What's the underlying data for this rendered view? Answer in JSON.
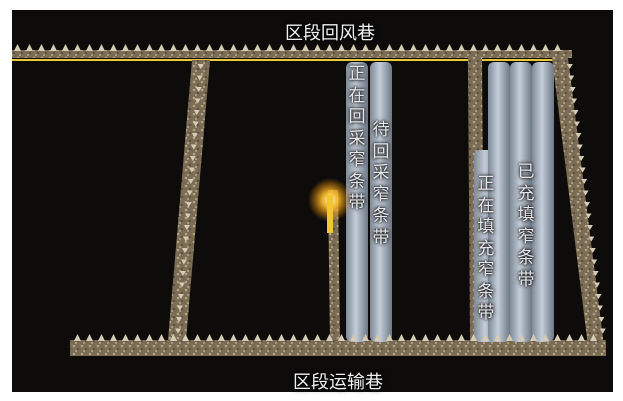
{
  "labels": {
    "return_roadway": "区段回风巷",
    "transport_roadway": "区段运输巷",
    "mining_strip": "正在回采窄条带",
    "to_mine_strip": "待回采窄条带",
    "filling_strip": "正在填充窄条带",
    "filled_strip": "已充填窄条带"
  },
  "colors": {
    "ground": "#0d0c0b",
    "gravel_wall": "#8a7a62",
    "strip_fill": "#b8c3d0",
    "ventilation_line": "#e8c93a",
    "lamp_glow": "#ffb21c"
  }
}
